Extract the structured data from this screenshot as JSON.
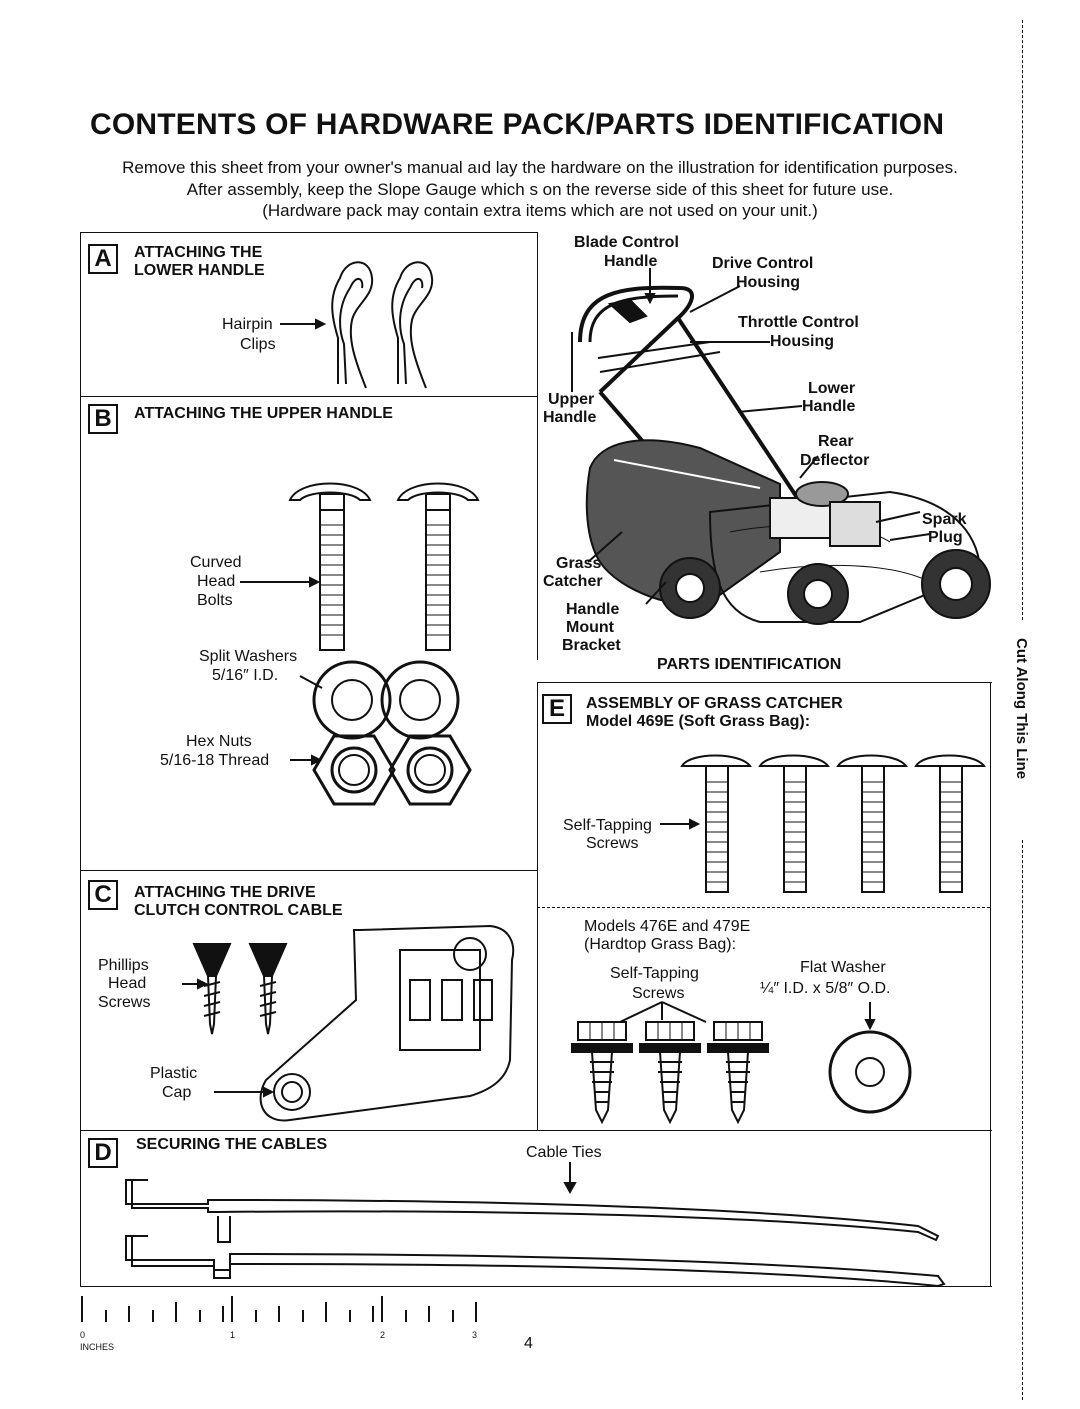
{
  "page": {
    "title": "CONTENTS OF HARDWARE PACK/PARTS IDENTIFICATION",
    "intro": [
      "Remove this sheet from your owner's manual aıd lay the hardware on the illustration for identification purposes.",
      "After assembly, keep the Slope Gauge which  s on the reverse side of this sheet for future use.",
      "(Hardware pack may contain extra items which are not used on your unit.)"
    ],
    "page_number": "4",
    "cut_line": "Cut Along This Line"
  },
  "sections": {
    "a": {
      "letter": "A",
      "heading_1": "ATTACHING THE",
      "heading_2": "LOWER HANDLE",
      "hairpin_1": "Hairpin",
      "hairpin_2": "Clips"
    },
    "b": {
      "letter": "B",
      "heading": "ATTACHING THE UPPER HANDLE",
      "bolts_1": "Curved",
      "bolts_2": "Head",
      "bolts_3": "Bolts",
      "washers_1": "Split Washers",
      "washers_2": "5/16″ I.D.",
      "nuts_1": "Hex Nuts",
      "nuts_2": "5/16-18 Thread"
    },
    "c": {
      "letter": "C",
      "heading_1": "ATTACHING THE DRIVE",
      "heading_2": "CLUTCH CONTROL CABLE",
      "screws_1": "Phillips",
      "screws_2": "Head",
      "screws_3": "Screws",
      "cap_1": "Plastic",
      "cap_2": "Cap"
    },
    "d": {
      "letter": "D",
      "heading": "SECURING THE CABLES",
      "ties": "Cable Ties"
    },
    "e": {
      "letter": "E",
      "heading_1": "ASSEMBLY OF GRASS CATCHER",
      "heading_2": "Model 469E (Soft Grass Bag):",
      "screws_1": "Self-Tapping",
      "screws_2": "Screws",
      "models_1": "Models 476E and 479E",
      "models_2": "(Hardtop Grass Bag):",
      "st_1": "Self-Tapping",
      "st_2": "Screws",
      "washer_1": "Flat Washer",
      "washer_2": "¼″ I.D. x 5/8″ O.D."
    }
  },
  "mower": {
    "blade_1": "Blade Control",
    "blade_2": "Handle",
    "drive_1": "Drive Control",
    "drive_2": "Housing",
    "throttle_1": "Throttle Control",
    "throttle_2": "Housing",
    "upper_1": "Upper",
    "upper_2": "Handle",
    "lower_1": "Lower",
    "lower_2": "Handle",
    "rear_1": "Rear",
    "rear_2": "Deflector",
    "spark_1": "Spark",
    "spark_2": "Plug",
    "grass_1": "Grass",
    "grass_2": "Catcher",
    "mount_1": "Handle",
    "mount_2": "Mount",
    "mount_3": "Bracket",
    "caption": "PARTS IDENTIFICATION"
  },
  "ruler": {
    "unit": "INCHES",
    "ticks": [
      "0",
      "1",
      "2",
      "3"
    ]
  }
}
